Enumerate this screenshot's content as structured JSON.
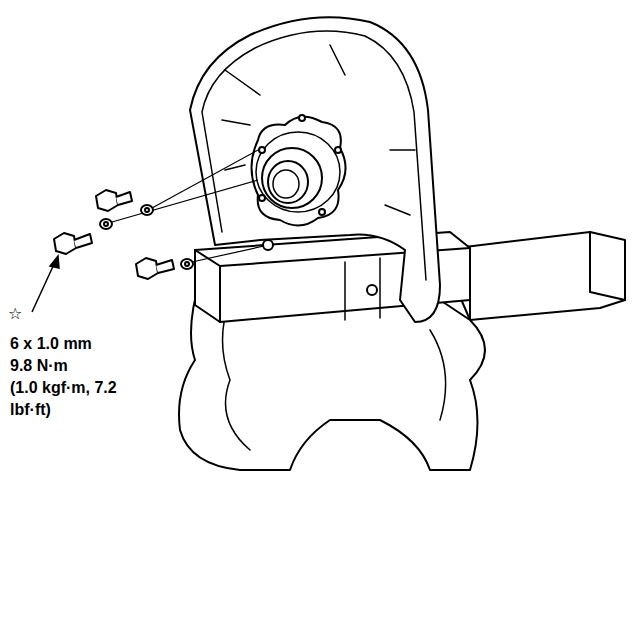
{
  "diagram": {
    "labels": [
      "☆",
      "6 x 1.0 mm",
      "9.8 N·m",
      "(1.0 kgf·m, 7.2 lbf·ft)"
    ]
  }
}
